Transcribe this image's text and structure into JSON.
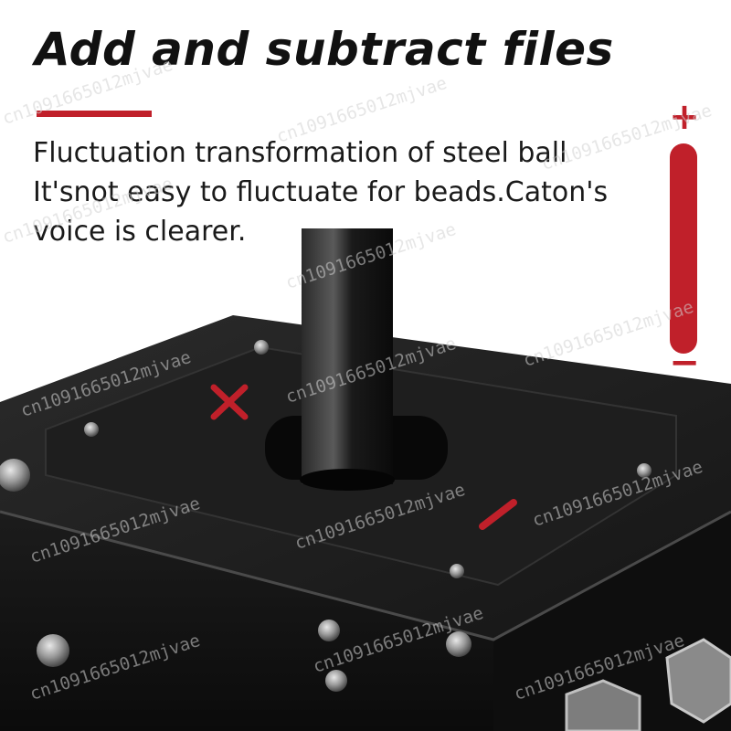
{
  "headline": "Add and subtract files",
  "description": {
    "lines": [
      "Fluctuation transformation of steel ball",
      "It'snot easy to fluctuate for beads.Caton's",
      "voice is clearer."
    ]
  },
  "scale": {
    "plus_symbol": "+",
    "minus_symbol": "−"
  },
  "watermark": "cn1091665012mjvae",
  "colors": {
    "accent_red": "#c0202a",
    "headline_text": "#111111",
    "body_text": "#1a1a1a",
    "background": "#ffffff",
    "device_body": "#141414"
  },
  "icons": {
    "cross_mark": "red-cross-icon",
    "dash_mark": "red-dash-icon"
  }
}
